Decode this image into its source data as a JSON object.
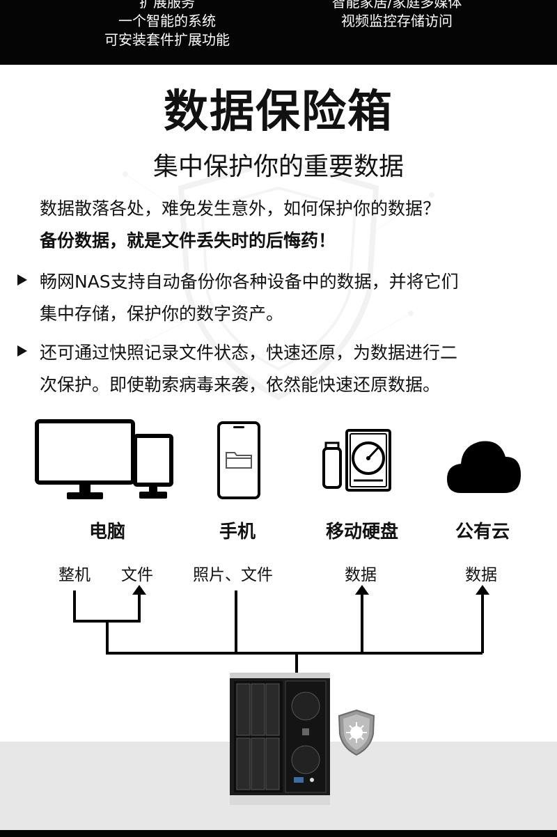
{
  "top_banner": {
    "left_lines": [
      "扩展服务",
      "一个智能的系统",
      "可安装套件扩展功能"
    ],
    "right_lines": [
      "智能家居/家庭多媒体",
      "视频监控存储访问"
    ]
  },
  "title": "数据保险箱",
  "subtitle": "集中保护你的重要数据",
  "intro_line1": "数据散落各处，难免发生意外，如何保护你的数据？",
  "intro_line2": "备份数据，就是文件丢失时的后悔药！",
  "bullets": [
    {
      "line1": "畅网NAS支持自动备份你各种设备中的数据，并将它们",
      "line2": "集中存储，保护你的数字资产。"
    },
    {
      "line1": "还可通过快照记录文件状态，快速还原，为数据进行二",
      "line2": "次保护。即使勒索病毒来袭，依然能快速还原数据。"
    }
  ],
  "devices": [
    {
      "icon": "computer-monitors-icon",
      "label": "电脑"
    },
    {
      "icon": "phone-icon",
      "label": "手机"
    },
    {
      "icon": "portable-drive-icon",
      "label": "移动硬盘"
    },
    {
      "icon": "cloud-icon",
      "label": "公有云"
    }
  ],
  "flow_labels": {
    "pc_whole": "整机",
    "pc_files": "文件",
    "phone": "照片、文件",
    "drive": "数据",
    "cloud": "数据"
  },
  "colors": {
    "banner": "#050505",
    "floor": "#e7e7e7",
    "text": "#111111"
  }
}
